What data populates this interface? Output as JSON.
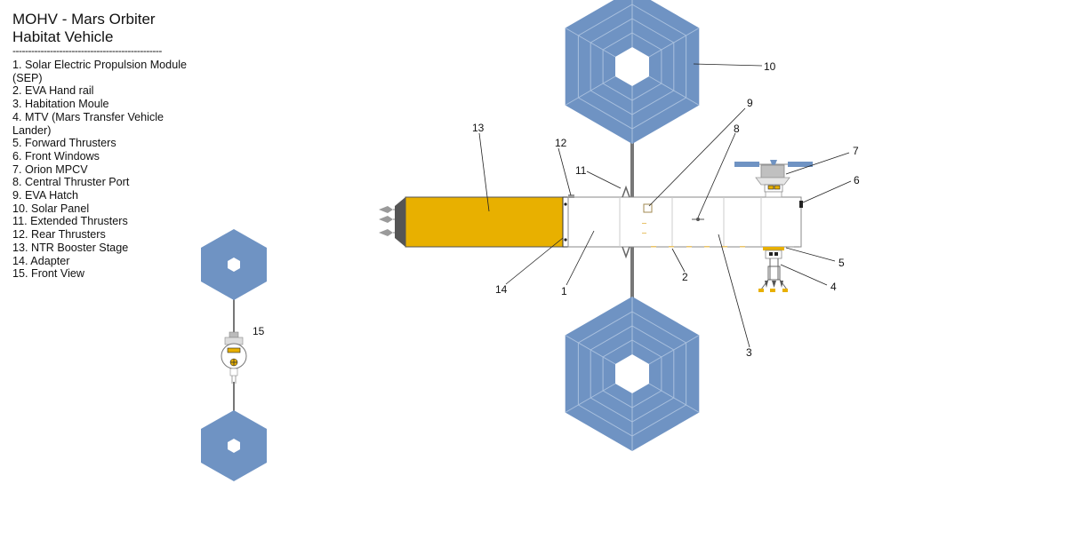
{
  "title_lines": [
    "MOHV - Mars Orbiter",
    "Habitat Vehicle"
  ],
  "separator": "------------------------------------------------",
  "legend": [
    "1. Solar Electric Propulsion Module (SEP)",
    "2. EVA Hand rail",
    "3. Habitation Moule",
    "4. MTV (Mars Transfer Vehicle Lander)",
    "5. Forward Thrusters",
    "6. Front Windows",
    "7. Orion MPCV",
    "8. Central Thruster Port",
    "9. EVA Hatch",
    "10. Solar Panel",
    "11. Extended Thrusters",
    "12. Rear Thrusters",
    "13. NTR Booster Stage",
    "14. Adapter",
    "15. Front View"
  ],
  "callouts": {
    "c1": "1",
    "c2": "2",
    "c3": "3",
    "c4": "4",
    "c5": "5",
    "c6": "6",
    "c7": "7",
    "c8": "8",
    "c9": "9",
    "c10": "10",
    "c11": "11",
    "c12": "12",
    "c13": "13",
    "c14": "14",
    "c15": "15"
  },
  "colors": {
    "solar_panel": "#6f93c3",
    "solar_grid": "#a9c0de",
    "ntr_stage": "#e8b000",
    "hull": "#ffffff",
    "nozzle": "#555555"
  }
}
